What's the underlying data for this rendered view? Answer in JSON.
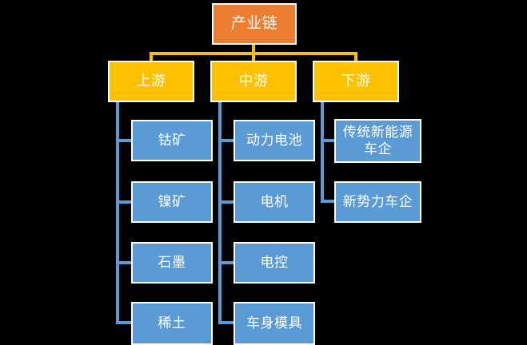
{
  "diagram": {
    "title": "产业链",
    "colors": {
      "root": "#ED7D31",
      "level2": "#FFC000",
      "leaf": "#5B9BD5",
      "connector_blue": "#5B9BD5",
      "connector_yellow": "#FFC000",
      "background": "#000000",
      "border": "#FFFFFF",
      "text": "#FFFFFF"
    },
    "root": {
      "label": "产业链"
    },
    "branches": [
      {
        "label": "上游",
        "children": [
          {
            "label": "钴矿"
          },
          {
            "label": "镍矿"
          },
          {
            "label": "石墨"
          },
          {
            "label": "稀土"
          }
        ]
      },
      {
        "label": "中游",
        "children": [
          {
            "label": "动力电池"
          },
          {
            "label": "电机"
          },
          {
            "label": "电控"
          },
          {
            "label": "车身模具"
          }
        ]
      },
      {
        "label": "下游",
        "children": [
          {
            "label": "传统新能源\n车企"
          },
          {
            "label": "新势力车企"
          }
        ]
      }
    ]
  }
}
